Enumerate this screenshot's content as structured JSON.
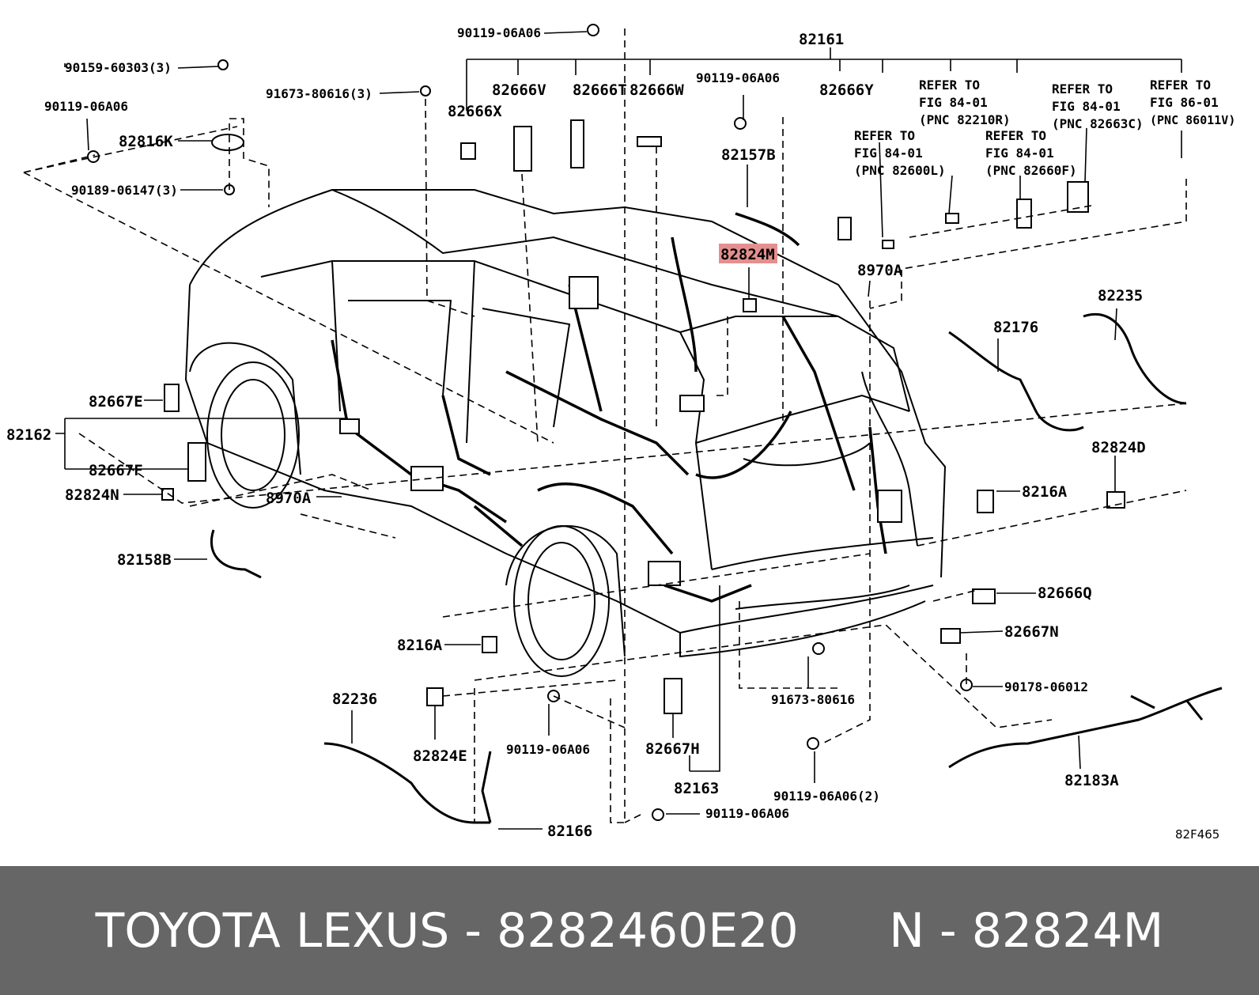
{
  "diagram": {
    "highlight_color": "#e48f8f",
    "highlighted_part": "82824M",
    "labels": {
      "p90119_06A06_top": "90119-06A06",
      "p82161": "82161",
      "p90159_60303": "90159-60303(3)",
      "p91673_80616_3": "91673-80616(3)",
      "p82666V": "82666V",
      "p82666T": "82666T",
      "p82666W": "82666W",
      "p90119_06A06_mid": "90119-06A06",
      "p82666Y": "82666Y",
      "p90119_06A06_left": "90119-06A06",
      "p82666X": "82666X",
      "p82816K": "82816K",
      "p90189_06147": "90189-06147(3)",
      "p82157B": "82157B",
      "p82824M": "82824M",
      "p8970A_top": "8970A",
      "p82235": "82235",
      "p82176": "82176",
      "p82667E": "82667E",
      "p82162": "82162",
      "p82667F": "82667F",
      "p82824N": "82824N",
      "p8970A_left": "8970A",
      "p82824D": "82824D",
      "p8216A_right": "8216A",
      "p82158B": "82158B",
      "p82666Q": "82666Q",
      "p82667N": "82667N",
      "p8216A_left": "8216A",
      "p91673_80616": "91673-80616",
      "p90178_06012": "90178-06012",
      "p82236": "82236",
      "p82824E": "82824E",
      "p90119_06A06_bot": "90119-06A06",
      "p82667H": "82667H",
      "p90119_06A06_2": "90119-06A06(2)",
      "p82183A": "82183A",
      "p82163": "82163",
      "p90119_06A06_bottom": "90119-06A06",
      "p82166": "82166",
      "code": "82F465"
    },
    "refs": {
      "r1_a": "REFER TO",
      "r1_b": "FIG 84-01",
      "r1_c": "(PNC 82210R)",
      "r2_a": "REFER TO",
      "r2_b": "FIG 84-01",
      "r2_c": "(PNC 82663C)",
      "r3_a": "REFER TO",
      "r3_b": "FIG 86-01",
      "r3_c": "(PNC 86011V)",
      "r4_a": "REFER TO",
      "r4_b": "FIG 84-01",
      "r4_c": "(PNC 82600L)",
      "r5_a": "REFER TO",
      "r5_b": "FIG 84-01",
      "r5_c": "(PNC 82660F)"
    }
  },
  "footer": {
    "brand": "TOYOTA LEXUS",
    "sep1": " - ",
    "part_number": "8282460E20",
    "gap": "      ",
    "n_label": "N",
    "sep2": " - ",
    "pnc": "82824M"
  }
}
